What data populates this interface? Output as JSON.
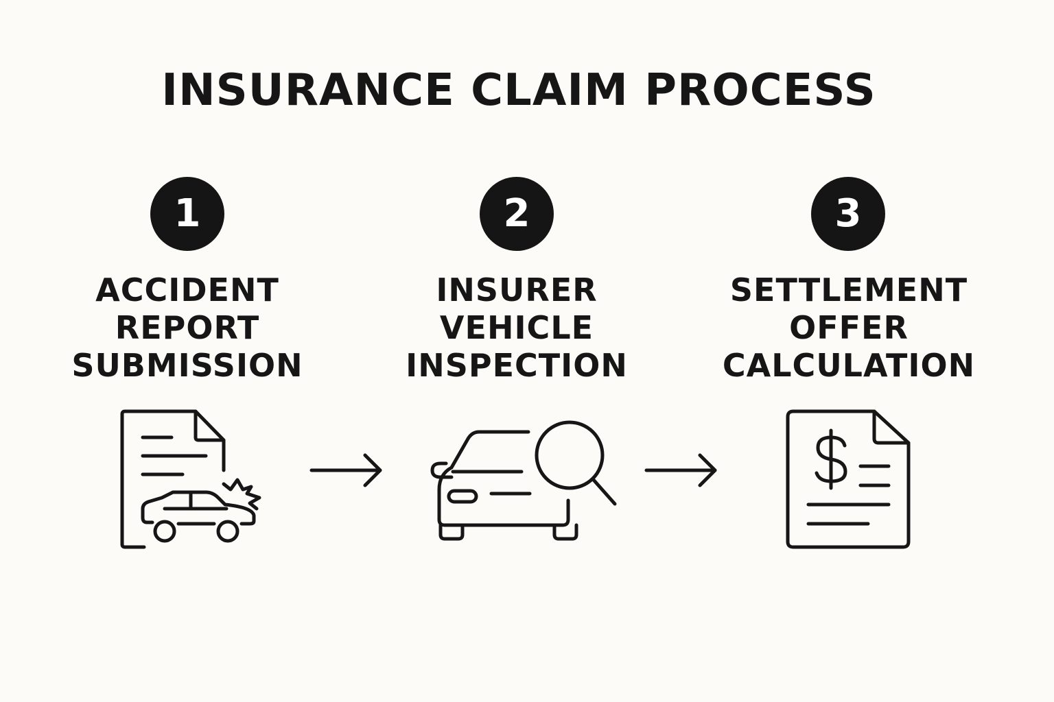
{
  "title": "INSURANCE CLAIM PROCESS",
  "colors": {
    "background": "#fcfbf7",
    "ink": "#161616",
    "badge_text": "#ffffff"
  },
  "steps": [
    {
      "number": "1",
      "label_lines": [
        "ACCIDENT",
        "REPORT",
        "SUBMISSION"
      ],
      "icon": "accident-report-document-icon"
    },
    {
      "number": "2",
      "label_lines": [
        "INSURER",
        "VEHICLE",
        "INSPECTION"
      ],
      "icon": "car-inspection-magnifier-icon"
    },
    {
      "number": "3",
      "label_lines": [
        "SETTLEMENT",
        "OFFER",
        "CALCULATION"
      ],
      "icon": "dollar-document-icon"
    }
  ],
  "connectors": [
    "arrow-right-icon",
    "arrow-right-icon"
  ]
}
